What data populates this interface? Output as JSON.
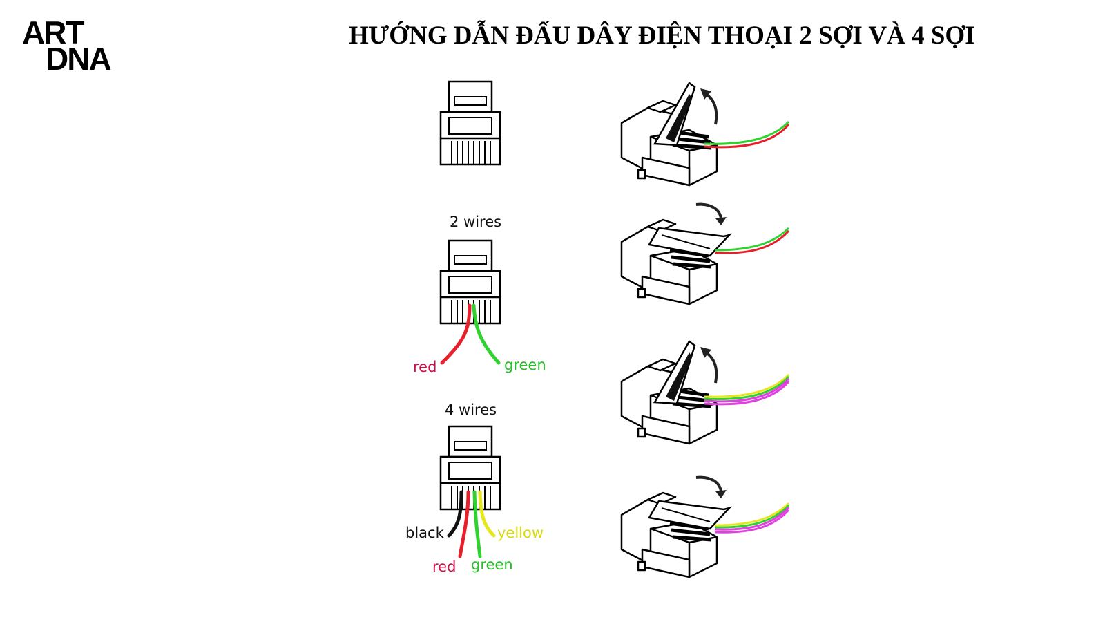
{
  "logo": {
    "line1": "ART",
    "line2": "DNA"
  },
  "title": "HƯỚNG DẪN ĐẤU DÂY ĐIỆN THOẠI 2 SỢI VÀ 4 SỢI",
  "two_wire": {
    "heading": "2 wires",
    "red": "red",
    "green": "green"
  },
  "four_wire": {
    "heading": "4 wires",
    "black": "black",
    "yellow": "yellow",
    "red": "red",
    "green": "green"
  },
  "colors": {
    "red": "#e81f2a",
    "green": "#2fd22f",
    "yellow": "#e6e61e",
    "black": "#111111",
    "magenta": "#e040e0",
    "label_red": "#d0104a",
    "label_green": "#22c022",
    "label_yellow": "#d8d810"
  }
}
